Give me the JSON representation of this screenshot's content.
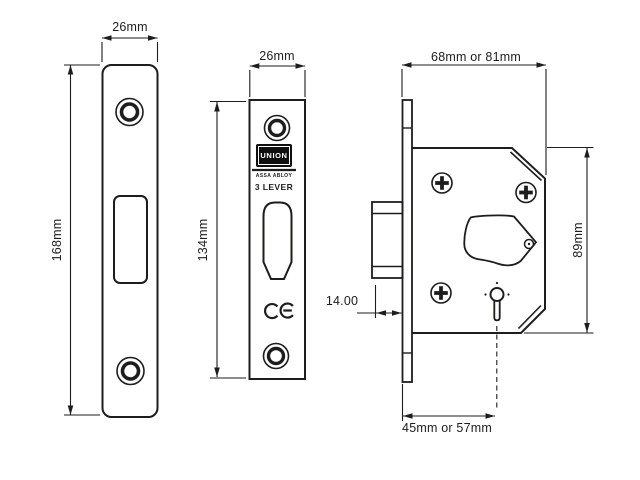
{
  "views": {
    "forend": {
      "width": "26mm",
      "height": "168mm"
    },
    "faceplate": {
      "width": "26mm",
      "height": "134mm"
    },
    "case": {
      "depth": "68mm or 81mm",
      "height": "89mm",
      "bolt_throw": "14.00",
      "backset": "45mm or 57mm"
    }
  },
  "branding": {
    "logo": "UNION",
    "logo_sub": "ASSA ABLOY",
    "model": "3 LEVER",
    "ce_mark": "CE"
  },
  "colors": {
    "line": "#1d1d1b",
    "background": "#ffffff",
    "logo_bg": "#0f0f0f",
    "logo_text": "#ffffff"
  }
}
